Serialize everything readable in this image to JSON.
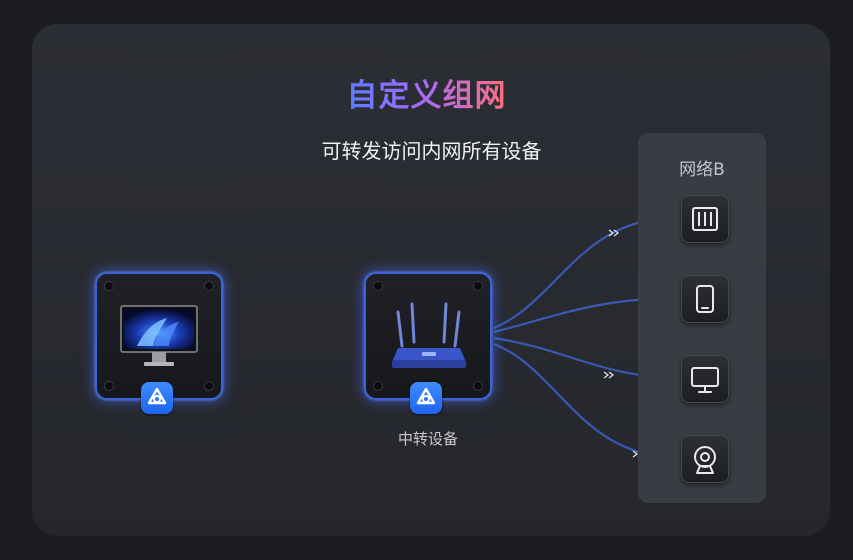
{
  "title": "自定义组网",
  "subtitle": "可转发访问内网所有设备",
  "relay": {
    "label": "中转设备"
  },
  "network_b": {
    "title": "网络B",
    "devices": [
      {
        "icon": "nas-icon"
      },
      {
        "icon": "phone-icon"
      },
      {
        "icon": "monitor-icon"
      },
      {
        "icon": "webcam-icon"
      }
    ]
  },
  "colors": {
    "accent_blue": "#3e63d8",
    "badge_blue": "#2a78ff",
    "link_line": "#3b5fc0",
    "title_gradient": [
      "#5b7cff",
      "#a36bff",
      "#ff6f7d"
    ]
  }
}
